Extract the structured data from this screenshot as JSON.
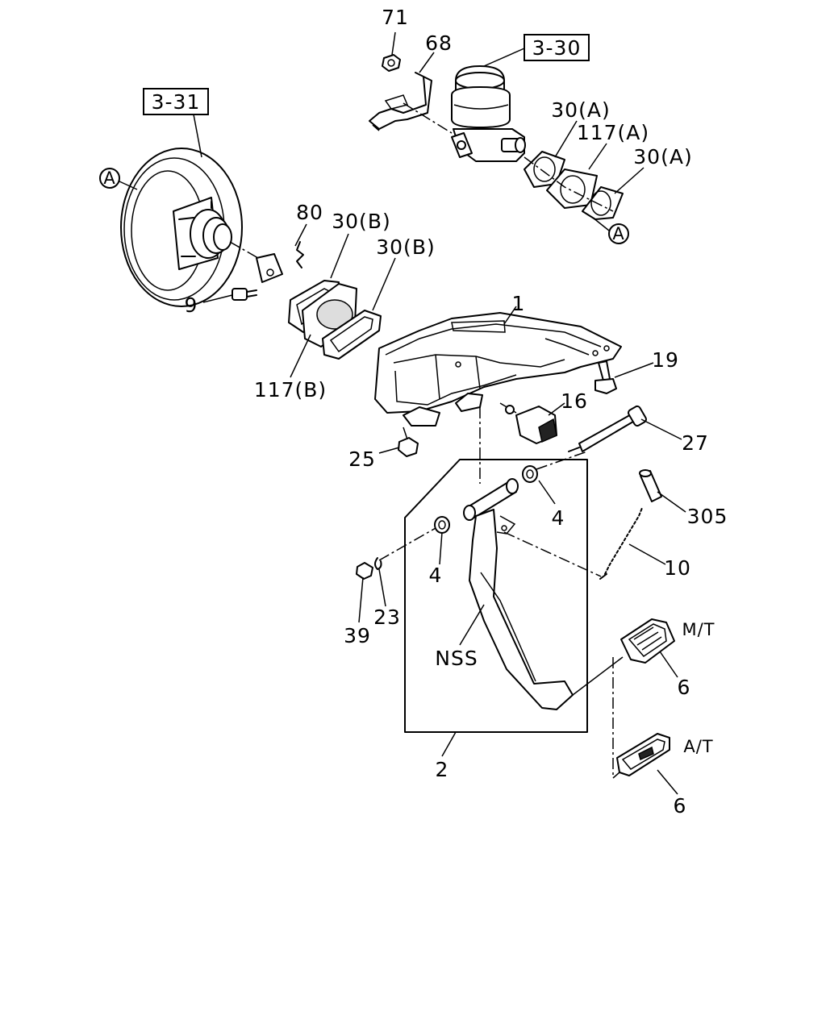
{
  "references": {
    "master_cylinder_ref": "3-30",
    "booster_ref": "3-31"
  },
  "circle_markers": [
    "A",
    "A"
  ],
  "callouts": {
    "p71": "71",
    "p68": "68",
    "p30a_1": "30(A)",
    "p117a": "117(A)",
    "p30a_2": "30(A)",
    "p80": "80",
    "p30b_1": "30(B)",
    "p30b_2": "30(B)",
    "p9": "9",
    "p117b": "117(B)",
    "p1": "1",
    "p19": "19",
    "p16": "16",
    "p27": "27",
    "p25": "25",
    "p4_right": "4",
    "p305": "305",
    "p4_left": "4",
    "p10": "10",
    "p39": "39",
    "p23": "23",
    "nss": "NSS",
    "p6_mt": "6",
    "p6_at": "6",
    "p2": "2"
  },
  "variants": {
    "manual": "M/T",
    "automatic": "A/T"
  }
}
